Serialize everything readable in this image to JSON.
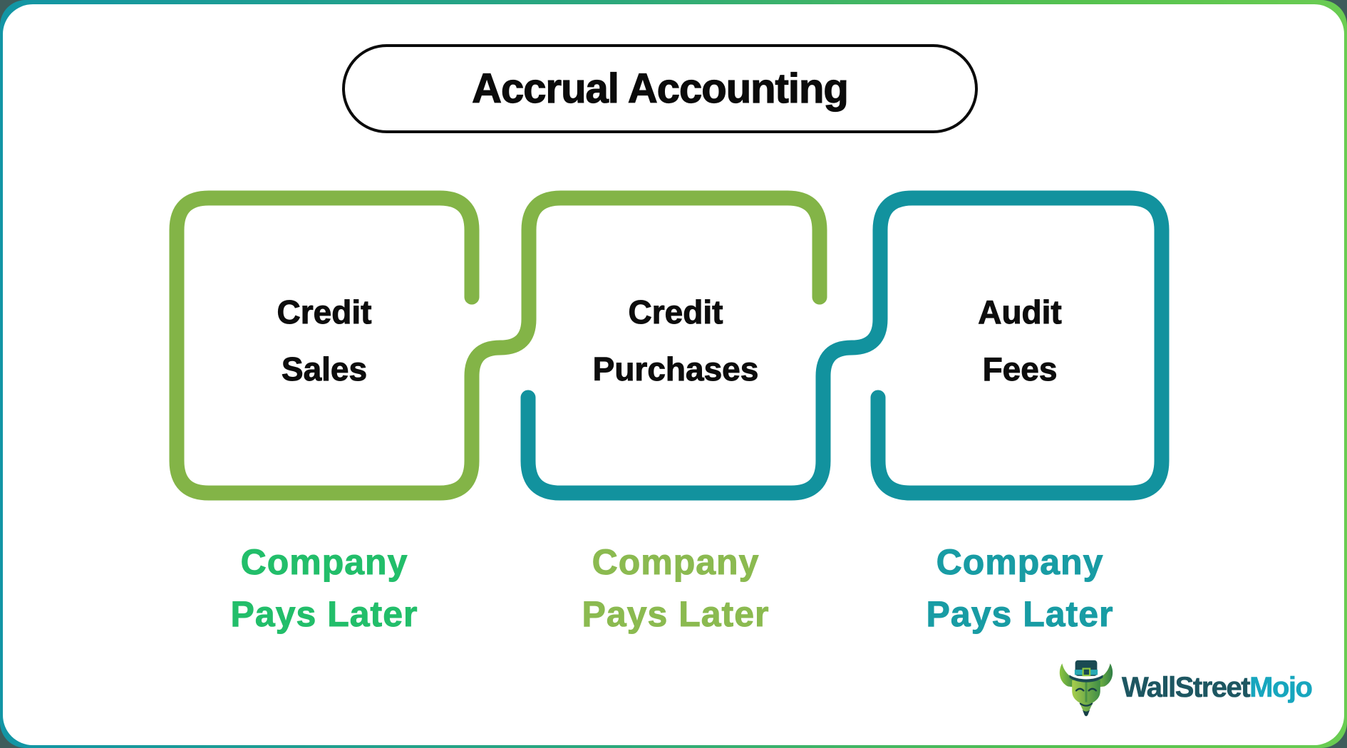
{
  "page": {
    "background_outer": "#3E5C5B",
    "card_background": "#FFFFFF",
    "frame_gradient_left": "#1295A5",
    "frame_gradient_right": "#6ACC52"
  },
  "title": {
    "text": "Accrual Accounting",
    "text_color": "#0B0B0B",
    "border_color": "#0B0B0B"
  },
  "diagram": {
    "green_stroke": "#83B447",
    "teal_stroke": "#12929E",
    "stroke_width": "21"
  },
  "boxes": [
    {
      "label": "Credit\nSales",
      "label_color": "#0D0D0D",
      "border_color": "#83B447",
      "sublabel": "Company\nPays Later",
      "sublabel_color": "#22BE6A"
    },
    {
      "label": "Credit\nPurchases",
      "label_color": "#0D0D0D",
      "border_color_top": "#83B447",
      "border_color_bottom": "#12929E",
      "sublabel": "Company\nPays Later",
      "sublabel_color": "#8BBA50"
    },
    {
      "label": "Audit\nFees",
      "label_color": "#0D0D0D",
      "border_color": "#12929E",
      "sublabel": "Company\nPays Later",
      "sublabel_color": "#189CA4"
    }
  ],
  "logo": {
    "icon": "bull-with-top-hat-icon",
    "text_part1": "WallStreet",
    "text_part2": "Mojo",
    "part1_color": "#1D5661",
    "part2_color": "#17A6BE"
  }
}
